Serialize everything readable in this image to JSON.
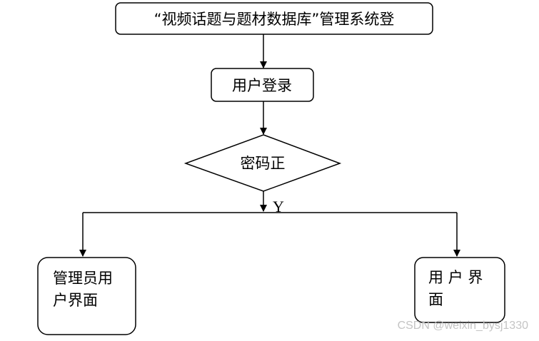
{
  "flowchart": {
    "start": "“视频话题与题材数据库”管理系统登",
    "login": "用户登录",
    "decision": "密码正",
    "yes_label": "Y",
    "admin_line1": "管理员用",
    "admin_line2": "户界面",
    "user_line1": "用 户 界",
    "user_line2": "面"
  },
  "watermark": "CSDN @weixin_bysj1330"
}
